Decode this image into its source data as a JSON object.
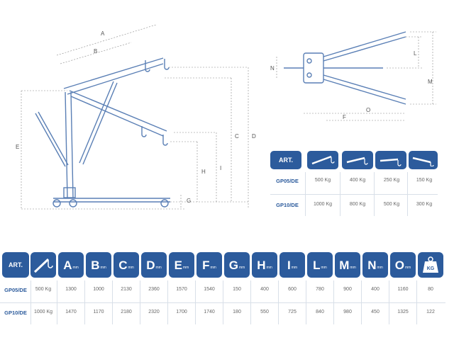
{
  "side_view": {
    "labels": {
      "A": "A",
      "B": "B",
      "C": "C",
      "D": "D",
      "E": "E",
      "G": "G",
      "H": "H",
      "I": "I"
    }
  },
  "top_view": {
    "labels": {
      "L": "L",
      "M": "M",
      "N": "N",
      "O": "O",
      "F": "F"
    }
  },
  "small_table": {
    "art_label": "ART.",
    "rows": [
      {
        "model": "GP05/DE",
        "values": [
          "500 Kg",
          "400 Kg",
          "250 Kg",
          "150 Kg"
        ]
      },
      {
        "model": "GP10/DE",
        "values": [
          "1000 Kg",
          "800 Kg",
          "500 Kg",
          "300 Kg"
        ]
      }
    ]
  },
  "big_table": {
    "art_label": "ART.",
    "unit": "mm",
    "weight_unit": "KG",
    "columns": [
      "A",
      "B",
      "C",
      "D",
      "E",
      "F",
      "G",
      "H",
      "I",
      "L",
      "M",
      "N",
      "O"
    ],
    "rows": [
      {
        "model": "GP05/DE",
        "capacity": "500 Kg",
        "values": [
          "1300",
          "1000",
          "2130",
          "2360",
          "1570",
          "1540",
          "150",
          "400",
          "600",
          "780",
          "900",
          "400",
          "1160",
          "80"
        ]
      },
      {
        "model": "GP10/DE",
        "capacity": "1000 Kg",
        "values": [
          "1470",
          "1170",
          "2180",
          "2320",
          "1700",
          "1740",
          "180",
          "550",
          "725",
          "840",
          "980",
          "450",
          "1325",
          "122"
        ]
      }
    ]
  },
  "colors": {
    "accent": "#2c5b9c",
    "line": "#5a7fb5",
    "dim": "#7a7a7a"
  }
}
